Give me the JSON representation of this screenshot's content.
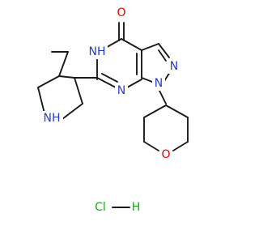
{
  "molecule": {
    "atoms": {
      "carbonyl_oxygen": {
        "text": "O",
        "color": "#e00000"
      },
      "nh_ring": {
        "text": "NH",
        "color": "#2b3cc4"
      },
      "pyrazole_n2": {
        "text": "N",
        "color": "#2b3cc4"
      },
      "pyrazole_n1": {
        "text": "N",
        "color": "#2b3cc4"
      },
      "pyrimidine_n": {
        "text": "N",
        "color": "#2b3cc4"
      },
      "pyrrolidine_nh": {
        "text": "NH",
        "color": "#2b3cc4"
      },
      "pyran_oxygen": {
        "text": "O",
        "color": "#e00000"
      }
    },
    "salt": {
      "cl_text": "Cl",
      "h_text": "H",
      "color": "#1fa01f"
    }
  },
  "colors": {
    "bond": "#1a1a1a",
    "nitrogen": "#2b3cc4",
    "oxygen": "#e00000",
    "chlorine": "#1fa01f"
  }
}
